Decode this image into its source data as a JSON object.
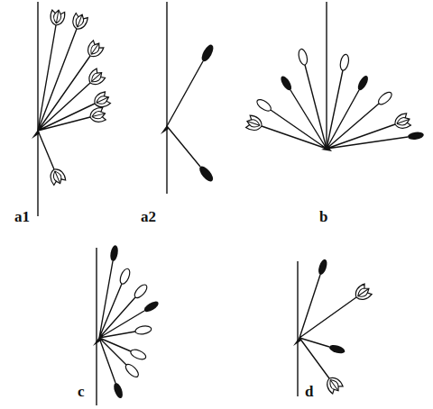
{
  "diagram": {
    "labels": [
      "a1",
      "a2",
      "b",
      "c",
      "d"
    ]
  }
}
